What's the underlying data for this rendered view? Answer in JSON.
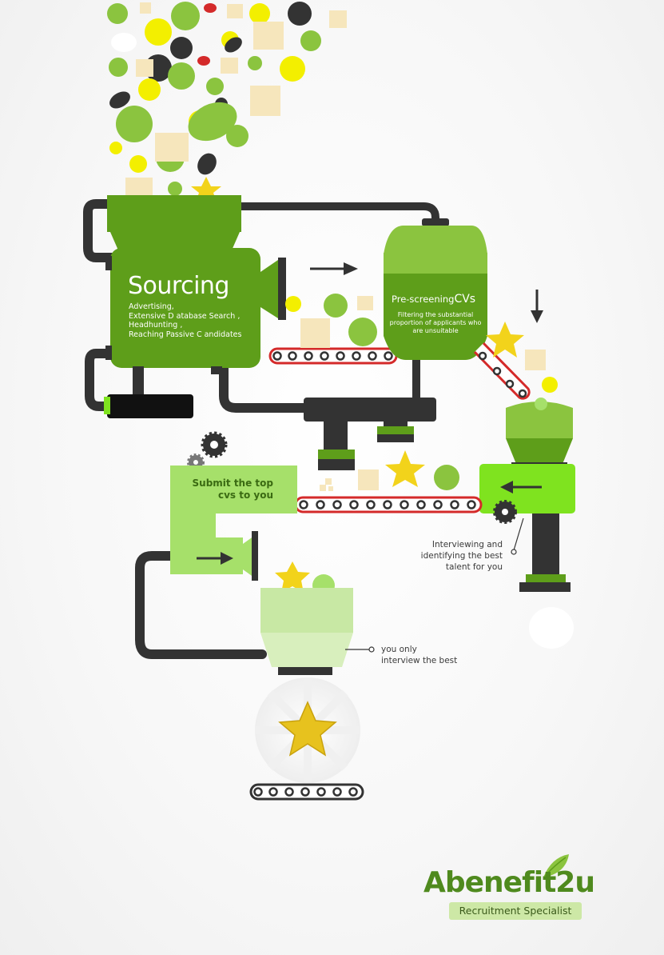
{
  "colors": {
    "dark_green": "#5e9e1a",
    "green": "#8bc43f",
    "lime": "#7fe31f",
    "light_green": "#a6e06a",
    "pale_green": "#cde8a6",
    "pipe": "#333333",
    "belt": "#d42a2a",
    "star": "#f2d31b",
    "ball": "#f3ef00",
    "cube": "#f6e6bc"
  },
  "sourcing": {
    "title": "Sourcing",
    "lines": [
      "Advertising,",
      "Extensive D atabase Search ,",
      "Headhunting ,",
      "Reaching Passive C andidates"
    ]
  },
  "prescreening": {
    "title_prefix": "Pre-screening",
    "title_cvs": "CVs",
    "lines": [
      "Filtering the substantial",
      "proportion of applicants who",
      "are unsuitable"
    ]
  },
  "submit": {
    "lines": [
      "Submit the top",
      "cvs to you"
    ]
  },
  "interview": {
    "lines": [
      "Interviewing and",
      "identifying the best",
      "talent for you"
    ]
  },
  "best": {
    "lines": [
      "you only",
      "interview the best"
    ]
  },
  "logo": {
    "name": "Abenefit2u",
    "tagline": "Recruitment Specialist"
  }
}
